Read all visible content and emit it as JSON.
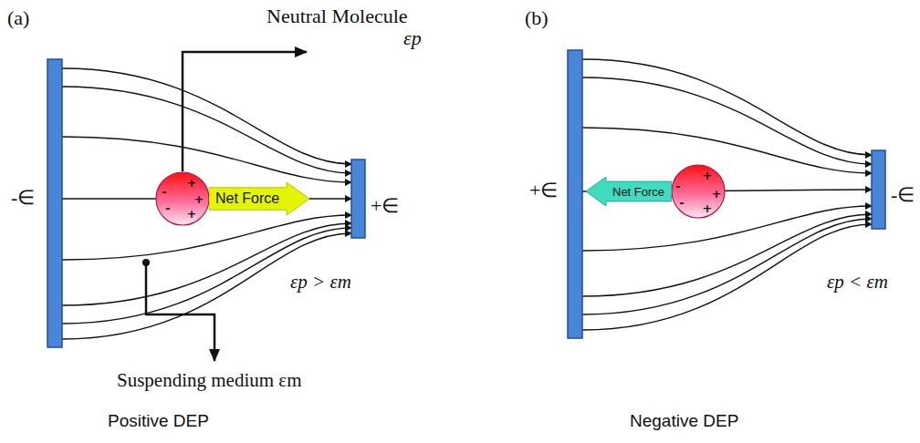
{
  "diagram": {
    "nodes": [
      {
        "text": [
          "-",
          "-",
          "+",
          "+",
          "+"
        ]
      },
      {
        "text": [
          "Net Force"
        ]
      },
      {
        "text": [
          "-",
          "-",
          "+",
          "+",
          "+"
        ]
      },
      {
        "text": [
          "Net Force"
        ]
      }
    ],
    "labels": [
      "(a)",
      "Neutral Molecule",
      "εp",
      "-∈",
      "+∈",
      "Suspending medium εm",
      "εp > εm",
      "Positive DEP",
      "(b)",
      "+∈",
      "-∈",
      "εp < εm",
      "Negative DEP"
    ]
  }
}
